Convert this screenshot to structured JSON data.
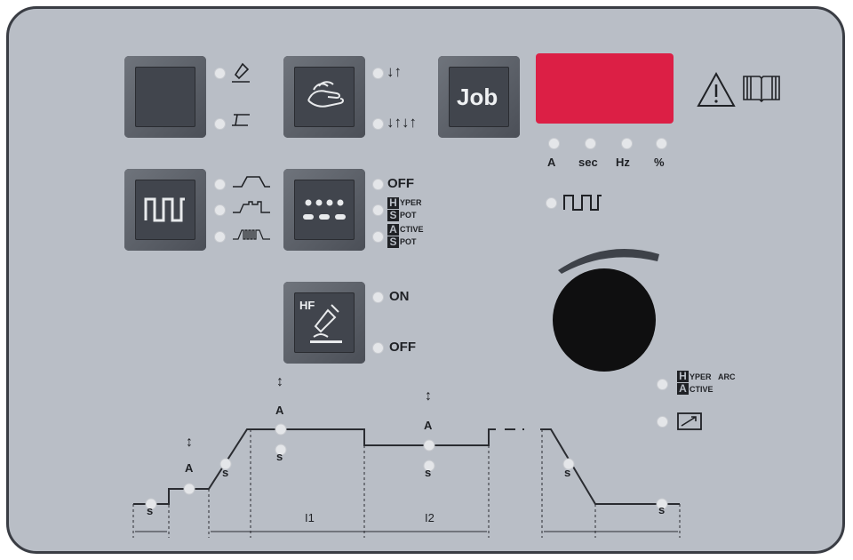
{
  "panel": {
    "job_button": {
      "label": "Job"
    },
    "hf_button": {
      "label": "HF"
    },
    "mode_indicators": [
      {
        "icon": "torch-2t-icon"
      },
      {
        "icon": "torch-4t-icon"
      }
    ],
    "hand_button_indicators": [
      {
        "icon": "up-down-arrows-2t"
      },
      {
        "icon": "up-down-arrows-4t"
      }
    ],
    "pulse_indicators": [
      {
        "icon": "pulse-ramp-icon"
      },
      {
        "icon": "pulse-medium-icon"
      },
      {
        "icon": "pulse-fast-icon"
      }
    ],
    "spot_indicators": [
      {
        "label": "OFF"
      },
      {
        "big": "H",
        "big2": "S",
        "top": "YPER",
        "bottom": "POT"
      },
      {
        "big": "A",
        "big2": "S",
        "top": "CTIVE",
        "bottom": "POT"
      }
    ],
    "hf_indicators": [
      {
        "label": "ON"
      },
      {
        "label": "OFF"
      }
    ],
    "display_units": [
      "A",
      "sec",
      "Hz",
      "%"
    ],
    "hyperarc": {
      "big": "H",
      "big2": "A",
      "top": "YPER",
      "top2": "ARC",
      "bottom": "CTIVE"
    },
    "colors": {
      "display": "#dc1f45",
      "panel": "#b9bec6",
      "button": "#41454d",
      "knob": "#0f0f10"
    }
  },
  "graph": {
    "params": [
      "s",
      "A",
      "s",
      "A",
      "s",
      "A",
      "s",
      "s",
      "s"
    ],
    "segments": [
      "I1",
      "I2"
    ]
  }
}
